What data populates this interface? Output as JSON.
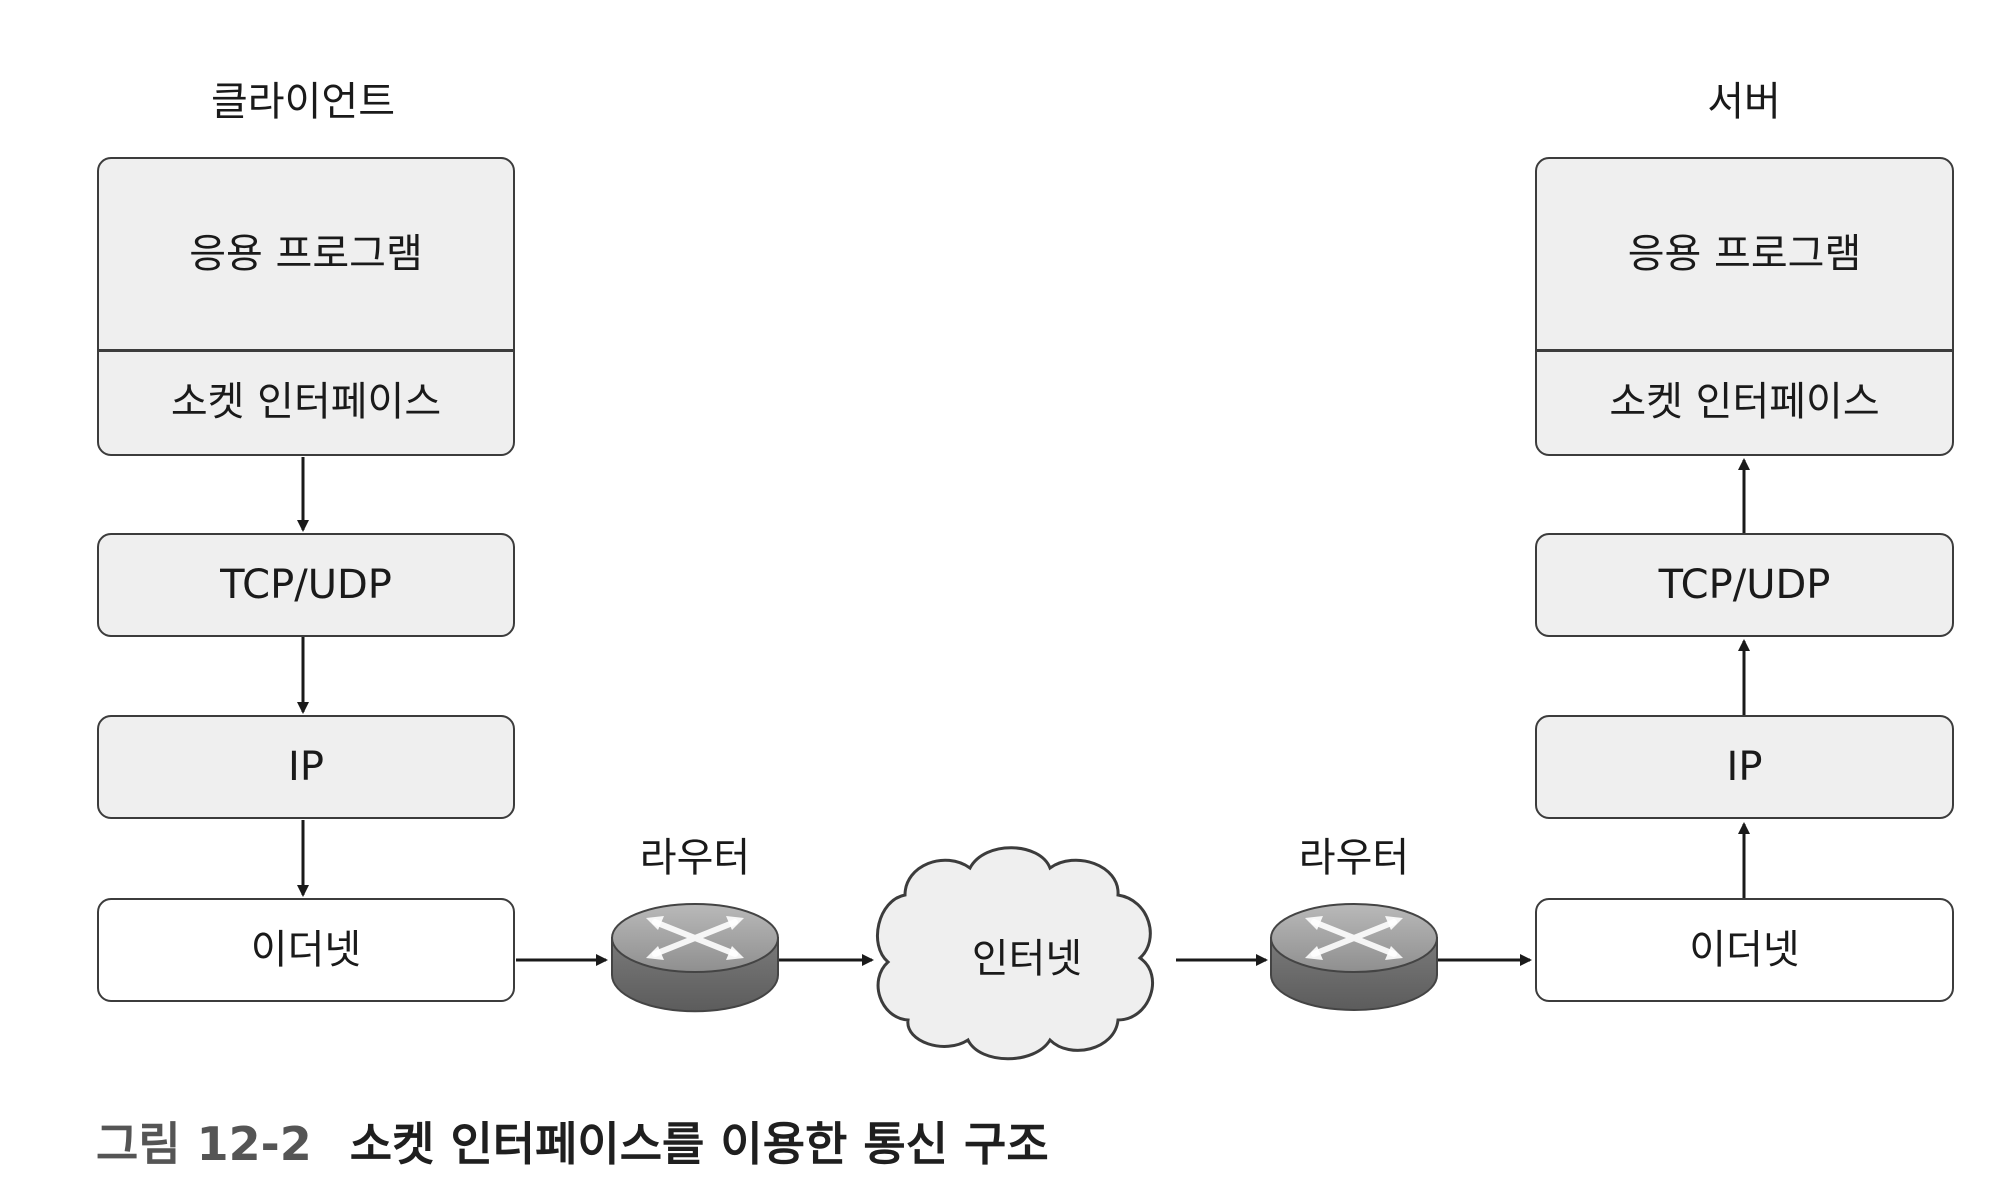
{
  "client": {
    "title": "클라이언트",
    "app": "응용 프로그램",
    "socket": "소켓 인터페이스",
    "tcp": "TCP/UDP",
    "ip": "IP",
    "ethernet": "이더넷"
  },
  "server": {
    "title": "서버",
    "app": "응용 프로그램",
    "socket": "소켓 인터페이스",
    "tcp": "TCP/UDP",
    "ip": "IP",
    "ethernet": "이더넷"
  },
  "network": {
    "router_left": "라우터",
    "router_right": "라우터",
    "internet": "인터넷"
  },
  "caption": {
    "number": "그림 12-2",
    "text": "소켓 인터페이스를 이용한 통신 구조"
  },
  "colors": {
    "box_fill": "#efefef",
    "stroke": "#3c3c3c",
    "router": "#8a8a8a"
  }
}
